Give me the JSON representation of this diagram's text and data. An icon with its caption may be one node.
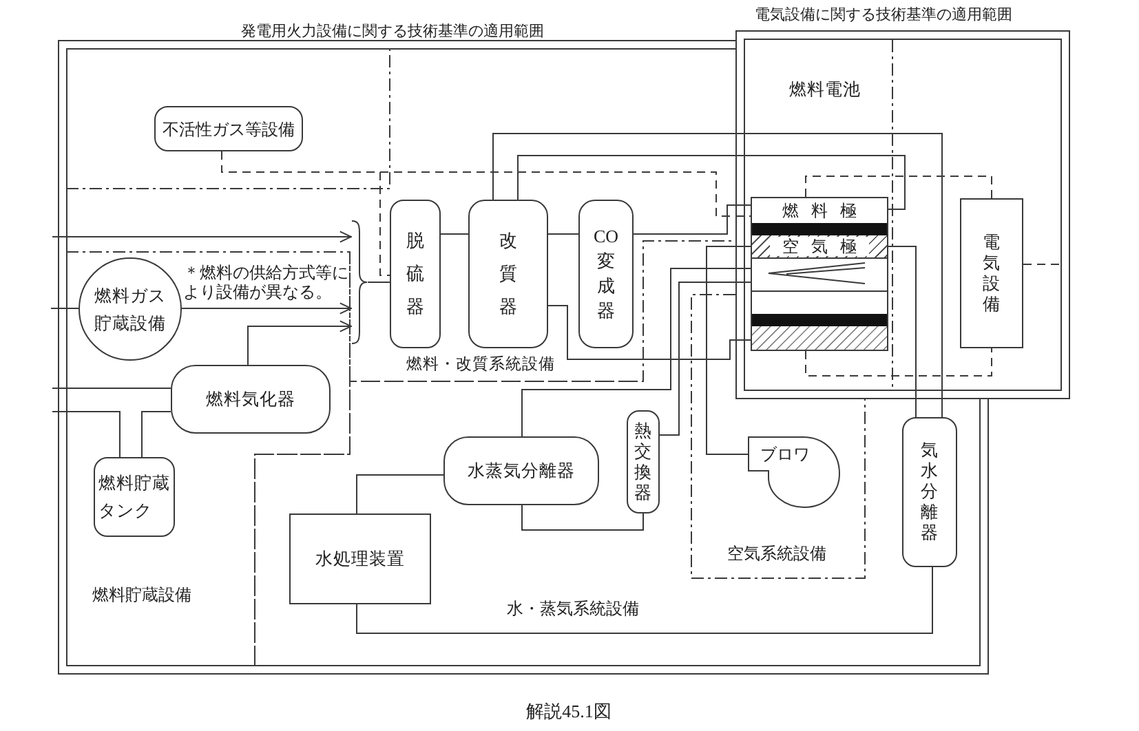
{
  "diagram": {
    "caption": "解説45.1図",
    "nodes": [
      {
        "text": [
          "発電用火力設備に関する技術基準の適用範囲"
        ]
      },
      {
        "text": [
          "不活性ガス等設備"
        ],
        "in": 0
      },
      {
        "text": [
          "燃料・改質系統設備"
        ],
        "in": 0
      },
      {
        "text": [
          "脱硫器"
        ],
        "in": 2
      },
      {
        "text": [
          "改質器"
        ],
        "in": 2
      },
      {
        "text": [
          "CO変成器"
        ],
        "in": 2
      },
      {
        "text": [],
        "shape": "brace",
        "in": 2
      },
      {
        "text": [
          "燃料貯蔵設備"
        ],
        "in": 0
      },
      {
        "text": [
          "燃料ガス貯蔵設備"
        ],
        "in": 7
      },
      {
        "text": [
          "燃料気化器"
        ],
        "in": 7
      },
      {
        "text": [
          "燃料貯蔵タンク"
        ],
        "in": 7
      },
      {
        "text": [
          "水・蒸気系統設備"
        ],
        "in": 0
      },
      {
        "text": [
          "水蒸気分離器"
        ],
        "in": 11
      },
      {
        "text": [
          "熱交換器"
        ],
        "in": 11
      },
      {
        "text": [
          "水処理装置"
        ],
        "in": 11
      },
      {
        "text": [
          "気水分離器"
        ],
        "in": 11
      },
      {
        "text": [
          "空気系統設備"
        ],
        "in": 11
      },
      {
        "text": [
          "ブロワ"
        ],
        "in": 16
      },
      {
        "text": [
          "電気設備に関する技術基準の適用範囲"
        ]
      },
      {
        "text": [
          "燃料電池"
        ]
      },
      {
        "text": [],
        "shape": "box",
        "in": 19
      },
      {
        "text": [
          "燃料極"
        ],
        "in": 20
      },
      {
        "text": [
          "空気極"
        ],
        "in": 20
      },
      {
        "text": [
          "電気設備"
        ],
        "in": 18
      }
    ],
    "edges": [
      {
        "from": null,
        "to": 6,
        "arrow": "to"
      },
      {
        "from": 8,
        "to": 6,
        "arrow": "to"
      },
      {
        "from": 9,
        "to": 6,
        "arrow": "to"
      },
      {
        "from": 6,
        "to": 3,
        "arrow": "none"
      },
      {
        "from": null,
        "to": 8,
        "arrow": "none"
      },
      {
        "from": null,
        "to": 9,
        "arrow": "none"
      },
      {
        "from": null,
        "to": 10,
        "arrow": "none"
      },
      {
        "from": 10,
        "to": 9,
        "arrow": "none"
      },
      {
        "from": 1,
        "to": 3,
        "arrow": "none",
        "style": "dashed"
      },
      {
        "from": 1,
        "to": 21,
        "arrow": "none",
        "style": "dashed"
      },
      {
        "from": 3,
        "to": 4,
        "arrow": "none"
      },
      {
        "from": 4,
        "to": 5,
        "arrow": "none"
      },
      {
        "from": 5,
        "to": 21,
        "arrow": "none"
      },
      {
        "from": 21,
        "to": 4,
        "arrow": "none"
      },
      {
        "from": 4,
        "to": 15,
        "arrow": "none"
      },
      {
        "from": 4,
        "to": 20,
        "arrow": "none"
      },
      {
        "from": 17,
        "to": 22,
        "arrow": "none"
      },
      {
        "from": 22,
        "to": 15,
        "arrow": "none"
      },
      {
        "from": 15,
        "to": 14,
        "arrow": "none"
      },
      {
        "from": 14,
        "to": 12,
        "arrow": "none"
      },
      {
        "from": 12,
        "to": 13,
        "arrow": "none"
      },
      {
        "from": 13,
        "to": 20,
        "arrow": "none"
      },
      {
        "from": 12,
        "to": 20,
        "arrow": "none"
      },
      {
        "from": 20,
        "to": 23,
        "arrow": "none",
        "style": "dashed"
      },
      {
        "from": 20,
        "to": 23,
        "arrow": "none",
        "style": "dashed"
      },
      {
        "from": 23,
        "to": null,
        "arrow": "none",
        "style": "dashed"
      }
    ],
    "labels": [
      "＊燃料の供給方式等により設備が異なる。"
    ]
  }
}
